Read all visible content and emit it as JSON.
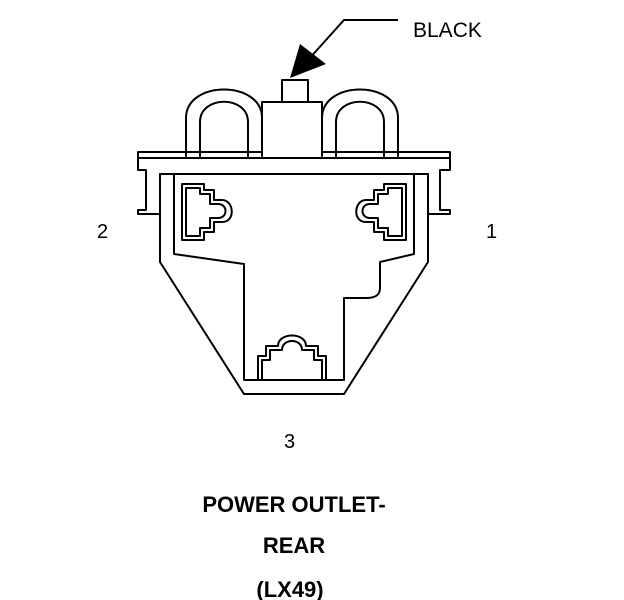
{
  "diagram": {
    "callout_label": "BLACK",
    "pins": {
      "pin1": "1",
      "pin2": "2",
      "pin3": "3"
    },
    "title": {
      "line1": "POWER OUTLET-",
      "line2": "REAR",
      "line3": "(LX49)"
    },
    "colors": {
      "ink": "#000000",
      "paper": "#ffffff"
    }
  }
}
